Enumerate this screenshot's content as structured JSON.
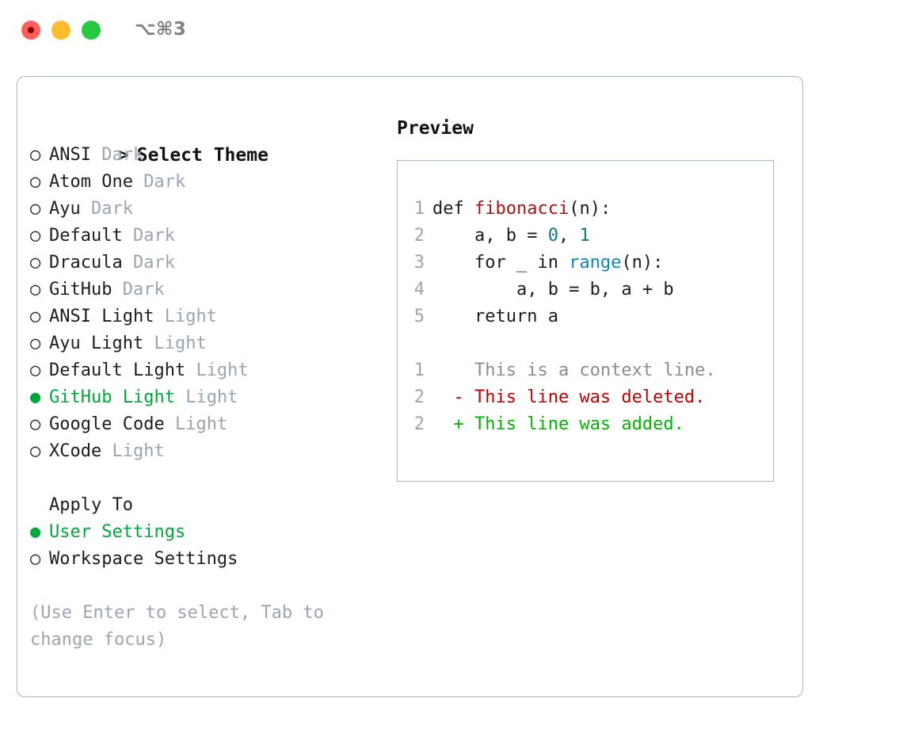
{
  "window": {
    "shortcut": "⌥⌘3",
    "traffic_lights": [
      "close-red",
      "minimize-yellow",
      "zoom-green"
    ]
  },
  "colors": {
    "selected_green": "#00a63c",
    "muted_gray": "#9aa5b1",
    "border": "#aab4c2",
    "code_function": "#a31515",
    "code_number": "#0d7b7b",
    "code_call": "#0b88b5",
    "diff_deleted": "#c00000",
    "diff_added": "#00b400",
    "diff_context": "#8c8c8c"
  },
  "theme_picker": {
    "header_marker": ">",
    "header_label": "Select Theme",
    "unselected_marker": "○",
    "selected_marker": "●",
    "items": [
      {
        "label": "ANSI",
        "tag": "Dark",
        "selected": false
      },
      {
        "label": "Atom One",
        "tag": "Dark",
        "selected": false
      },
      {
        "label": "Ayu",
        "tag": "Dark",
        "selected": false
      },
      {
        "label": "Default",
        "tag": "Dark",
        "selected": false
      },
      {
        "label": "Dracula",
        "tag": "Dark",
        "selected": false
      },
      {
        "label": "GitHub",
        "tag": "Dark",
        "selected": false
      },
      {
        "label": "ANSI Light",
        "tag": "Light",
        "selected": false
      },
      {
        "label": "Ayu Light",
        "tag": "Light",
        "selected": false
      },
      {
        "label": "Default Light",
        "tag": "Light",
        "selected": false
      },
      {
        "label": "GitHub Light",
        "tag": "Light",
        "selected": true
      },
      {
        "label": "Google Code",
        "tag": "Light",
        "selected": false
      },
      {
        "label": "XCode",
        "tag": "Light",
        "selected": false
      }
    ]
  },
  "apply_to": {
    "title": "Apply To",
    "items": [
      {
        "label": "User Settings",
        "selected": true
      },
      {
        "label": "Workspace Settings",
        "selected": false
      }
    ]
  },
  "hint": "(Use Enter to select, Tab to change focus)",
  "preview": {
    "title": "Preview",
    "code_lines": [
      {
        "num": "1",
        "tokens": [
          {
            "text": "def ",
            "type": "plain"
          },
          {
            "text": "fibonacci",
            "type": "fn"
          },
          {
            "text": "(n):",
            "type": "plain"
          }
        ]
      },
      {
        "num": "2",
        "tokens": [
          {
            "text": "    a, b = ",
            "type": "plain"
          },
          {
            "text": "0",
            "type": "num"
          },
          {
            "text": ", ",
            "type": "plain"
          },
          {
            "text": "1",
            "type": "num"
          }
        ]
      },
      {
        "num": "3",
        "tokens": [
          {
            "text": "    for _ in ",
            "type": "plain"
          },
          {
            "text": "range",
            "type": "call"
          },
          {
            "text": "(n):",
            "type": "plain"
          }
        ]
      },
      {
        "num": "4",
        "tokens": [
          {
            "text": "        a, b = b, a + b",
            "type": "plain"
          }
        ]
      },
      {
        "num": "5",
        "tokens": [
          {
            "text": "    return a",
            "type": "plain"
          }
        ]
      }
    ],
    "diff_lines": [
      {
        "num": "1",
        "sign": " ",
        "text": "This is a context line.",
        "kind": "ctx"
      },
      {
        "num": "2",
        "sign": "-",
        "text": "This line was deleted.",
        "kind": "del"
      },
      {
        "num": "2",
        "sign": "+",
        "text": "This line was added.",
        "kind": "add"
      }
    ]
  }
}
